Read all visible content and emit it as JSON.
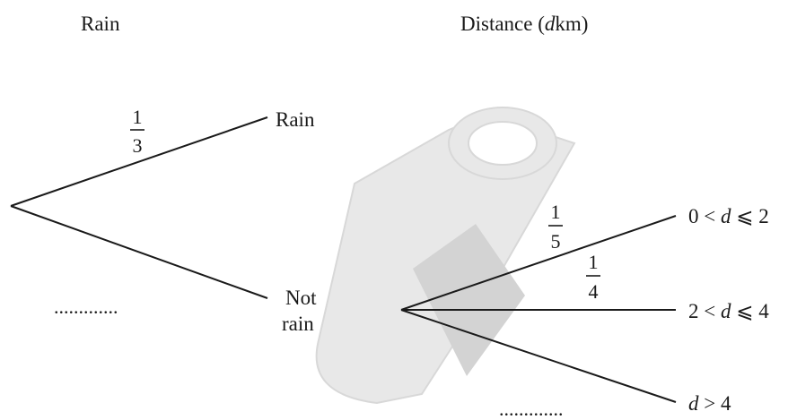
{
  "headers": {
    "stage1": "Rain",
    "stage2": "Distance (",
    "stage2_var": "d",
    "stage2_unit": "km)"
  },
  "stage1": {
    "branch_top_label": "Rain",
    "branch_bottom_label_line1": "Not",
    "branch_bottom_label_line2": "rain",
    "prob_top": {
      "num": "1",
      "den": "3"
    },
    "prob_bottom_blank": "............."
  },
  "stage2": {
    "branch1": {
      "pre": "0 < ",
      "var": "d",
      "post": " ⩽ 2"
    },
    "branch2": {
      "pre": "2 < ",
      "var": "d",
      "post": " ⩽ 4"
    },
    "branch3": {
      "pre": "",
      "var": "d",
      "post": " > 4"
    },
    "prob1": {
      "num": "1",
      "den": "5"
    },
    "prob2": {
      "num": "1",
      "den": "4"
    },
    "prob3_blank": "............."
  },
  "watermark": {
    "icon": "scroll-watermark-icon",
    "color": "#e6e6e6"
  }
}
